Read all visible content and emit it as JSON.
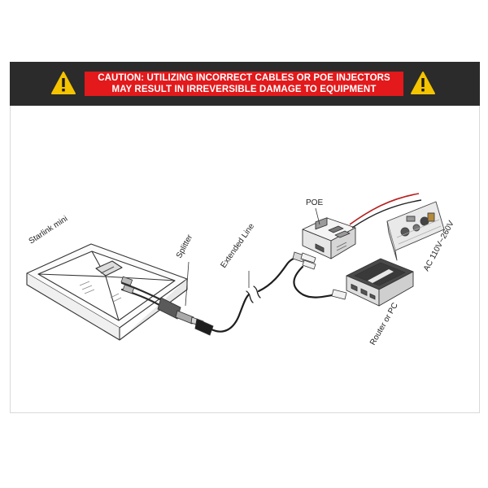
{
  "banner": {
    "line1": "CAUTION: UTILIZING INCORRECT CABLES OR POE INJECTORS",
    "line2": "MAY RESULT IN IRREVERSIBLE DAMAGE TO EQUIPMENT"
  },
  "labels": {
    "starlink": "Starlink mini",
    "splitter": "Splitter",
    "extended_line": "Extended Line",
    "poe": "POE",
    "ac": "AC 110V~260V",
    "router": "Router or PC"
  },
  "colors": {
    "banner_bg": "#2b2b2b",
    "caution_red": "#e3191b",
    "warning_yellow": "#f5c400"
  },
  "icons": {
    "warning": "warning-triangle-icon"
  }
}
